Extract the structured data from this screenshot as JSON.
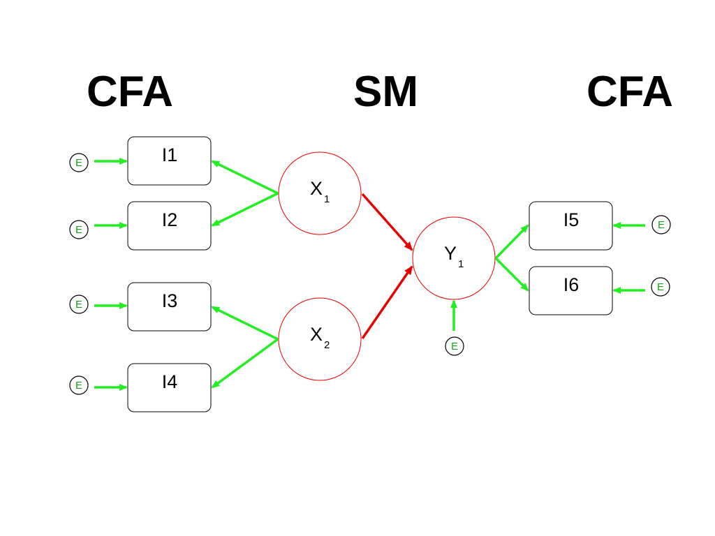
{
  "headings": {
    "left": "CFA",
    "middle": "SM",
    "right": "CFA"
  },
  "indicators": {
    "i1": "I1",
    "i2": "I2",
    "i3": "I3",
    "i4": "I4",
    "i5": "I5",
    "i6": "I6"
  },
  "latents": {
    "x1": {
      "label": "X",
      "sub": "1"
    },
    "x2": {
      "label": "X",
      "sub": "2"
    },
    "y1": {
      "label": "Y",
      "sub": "1"
    }
  },
  "error_label": "E",
  "colors": {
    "measurement_arrow": "#22ee22",
    "structural_arrow": "#e60000",
    "latent_outline": "#e60000",
    "error_text": "#1a9e1a"
  }
}
